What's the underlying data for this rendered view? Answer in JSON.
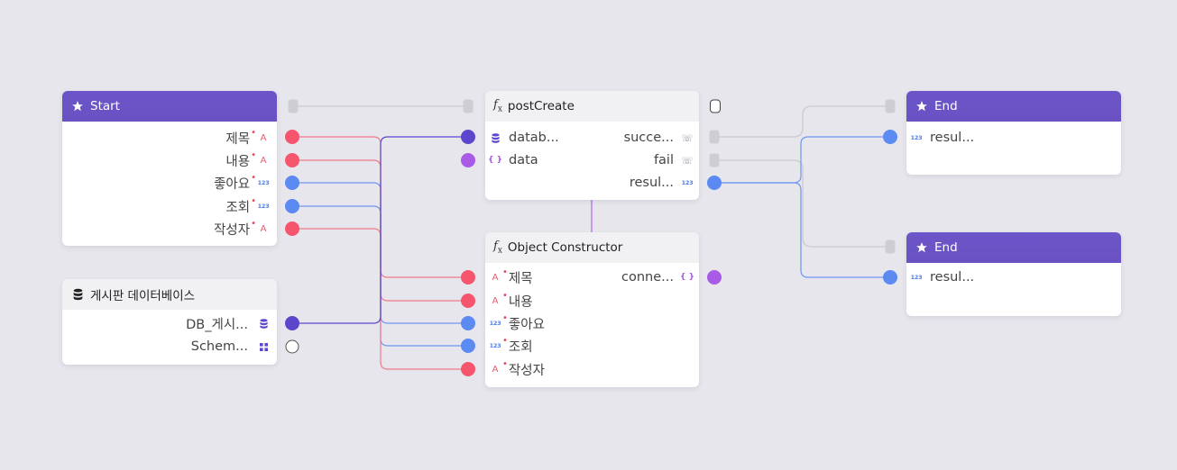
{
  "colors": {
    "canvas_bg": "#e6e6ec",
    "header_purple": "#6a52c4",
    "text_port": "#f5566e",
    "number_port": "#5b8af2",
    "database_port": "#5b46cc",
    "object_port": "#a85be6"
  },
  "start_node": {
    "title": "Start",
    "icon": "star-icon",
    "outputs": [
      {
        "label": "제목",
        "type": "text"
      },
      {
        "label": "내용",
        "type": "text"
      },
      {
        "label": "좋아요",
        "type": "number"
      },
      {
        "label": "조회",
        "type": "number"
      },
      {
        "label": "작성자",
        "type": "text"
      }
    ]
  },
  "db_node": {
    "title": "게시판 데이터베이스",
    "icon": "database-icon",
    "outputs": [
      {
        "label": "DB_게시...",
        "type": "database"
      },
      {
        "label": "Schem...",
        "type": "schema"
      }
    ]
  },
  "post_create_node": {
    "title": "postCreate",
    "icon": "function-icon",
    "inputs": [
      {
        "label": "datab...",
        "type": "database"
      },
      {
        "label": "data",
        "type": "object"
      }
    ],
    "outputs": [
      {
        "label": "succe...",
        "type": "callback"
      },
      {
        "label": "fail",
        "type": "callback"
      },
      {
        "label": "resul...",
        "type": "number"
      }
    ]
  },
  "object_constructor_node": {
    "title": "Object Constructor",
    "icon": "function-icon",
    "inputs": [
      {
        "label": "제목",
        "type": "text"
      },
      {
        "label": "내용",
        "type": "text"
      },
      {
        "label": "좋아요",
        "type": "number"
      },
      {
        "label": "조회",
        "type": "number"
      },
      {
        "label": "작성자",
        "type": "text"
      }
    ],
    "outputs": [
      {
        "label": "conne...",
        "type": "object"
      }
    ]
  },
  "end_nodes": [
    {
      "title": "End",
      "icon": "star-icon",
      "inputs": [
        {
          "label": "resul...",
          "type": "number"
        }
      ]
    },
    {
      "title": "End",
      "icon": "star-icon",
      "inputs": [
        {
          "label": "resul...",
          "type": "number"
        }
      ]
    }
  ],
  "type_badges": {
    "text": "A",
    "number": "123",
    "object": "{ }"
  }
}
